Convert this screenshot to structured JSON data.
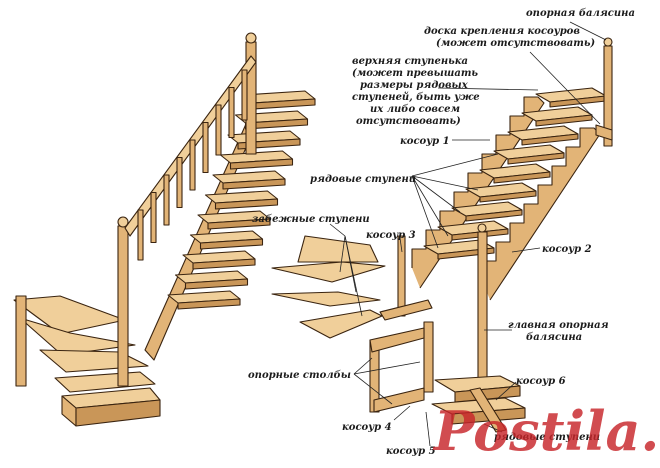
{
  "labels": {
    "support_baluster": "опорная балясина",
    "stringer_board_1": "доска крепления косоуров",
    "stringer_board_2": "(может отсутствовать)",
    "top_step_1": "верхняя ступенька",
    "top_step_2": "(может превышать",
    "top_step_3": "размеры рядовых",
    "top_step_4": "ступеней, быть уже",
    "top_step_5": "их либо совсем",
    "top_step_6": "отсутствовать)",
    "stringer_1": "косоур 1",
    "regular_steps": "рядовые ступени",
    "winder_steps": "забежные ступени",
    "stringer_3": "косоур 3",
    "stringer_2": "косоур 2",
    "main_baluster_1": "главная опорная",
    "main_baluster_2": "балясина",
    "support_posts": "опорные столбы",
    "stringer_6": "косоур 6",
    "stringer_4": "косоур 4",
    "stringer_5": "косоур 5",
    "regular_steps_bottom": "рядовые ступени"
  },
  "watermark": {
    "text": "Postila.ru",
    "color": "#c8262a"
  },
  "colors": {
    "wood_light": "#f0cf9a",
    "wood_mid": "#e2b477",
    "wood_dark": "#c99658",
    "outline": "#3a2410"
  }
}
